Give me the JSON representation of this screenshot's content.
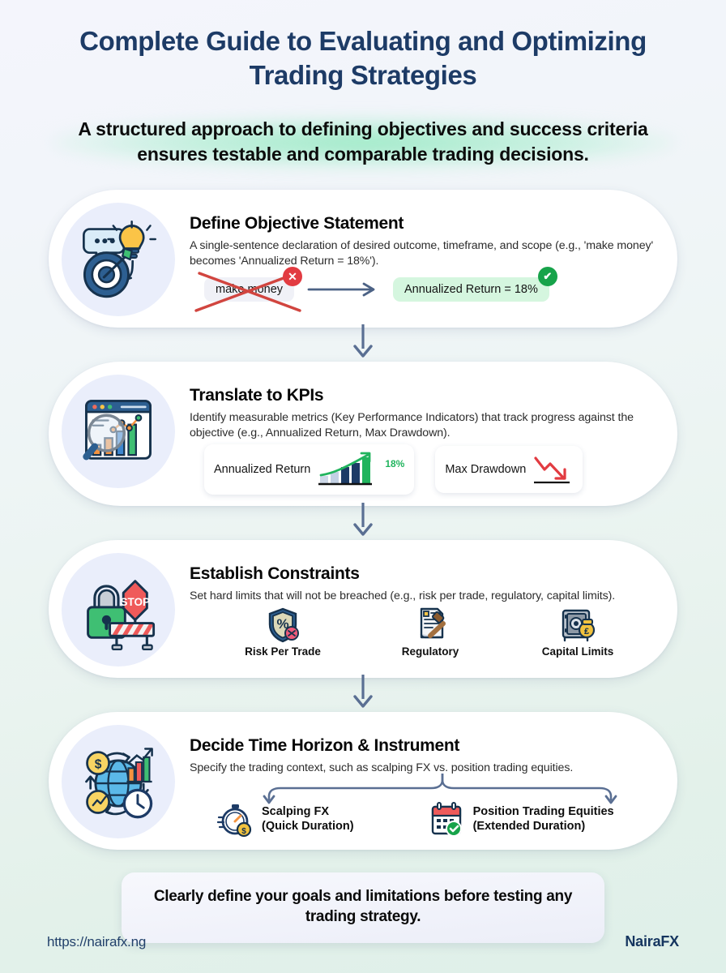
{
  "header": {
    "title": "Complete Guide to Evaluating and Optimizing Trading Strategies",
    "subtitle": "A structured approach to defining objectives and success criteria ensures testable and comparable trading decisions."
  },
  "colors": {
    "title": "#1d3b66",
    "accent_green": "#17a34a",
    "accent_red": "#e23b41",
    "card_bg": "#ffffff",
    "icon_circle_bg": "#eaeefb",
    "connector": "#5a6f93"
  },
  "steps": [
    {
      "id": "define-objective-statement",
      "icon": "target-lightbulb-icon",
      "title": "Define Objective Statement",
      "description": "A single-sentence declaration of desired outcome, timeframe, and scope (e.g., 'make money' becomes 'Annualized Return = 18%').",
      "chips": {
        "bad_label": "make money",
        "bad_badge": "✕",
        "good_label": "Annualized Return = 18%",
        "good_badge": "✔"
      }
    },
    {
      "id": "translate-to-kpis",
      "icon": "dashboard-magnifier-icon",
      "title": "Translate to KPIs",
      "description": "Identify measurable metrics (Key Performance Indicators) that track progress against the objective (e.g., Annualized Return, Max Drawdown).",
      "kpis": [
        {
          "label": "Annualized Return",
          "value": "18%",
          "trend": "up"
        },
        {
          "label": "Max Drawdown",
          "value": "",
          "trend": "down"
        }
      ]
    },
    {
      "id": "establish-constraints",
      "icon": "padlock-stop-barrier-icon",
      "title": "Establish Constraints",
      "description": "Set hard limits that will not be breached (e.g., risk per trade, regulatory, capital limits).",
      "sub_items": [
        {
          "label": "Risk Per Trade",
          "icon": "shield-percent-icon"
        },
        {
          "label": "Regulatory",
          "icon": "document-gavel-icon"
        },
        {
          "label": "Capital Limits",
          "icon": "safe-coin-icon"
        }
      ]
    },
    {
      "id": "decide-time-horizon-instrument",
      "icon": "globe-coins-clock-icon",
      "title": "Decide Time Horizon & Instrument",
      "description": "Specify the trading context, such as scalping FX vs. position trading equities.",
      "branches": [
        {
          "icon": "stopwatch-coin-icon",
          "line1": "Scalping FX",
          "line2": "(Quick Duration)"
        },
        {
          "icon": "calendar-check-icon",
          "line1": "Position Trading Equities",
          "line2": "(Extended Duration)"
        }
      ]
    }
  ],
  "conclusion": {
    "text": "Clearly define your goals and limitations before testing any trading strategy."
  },
  "footer": {
    "url": "https://nairafx.ng",
    "brand": "NairaFX"
  }
}
